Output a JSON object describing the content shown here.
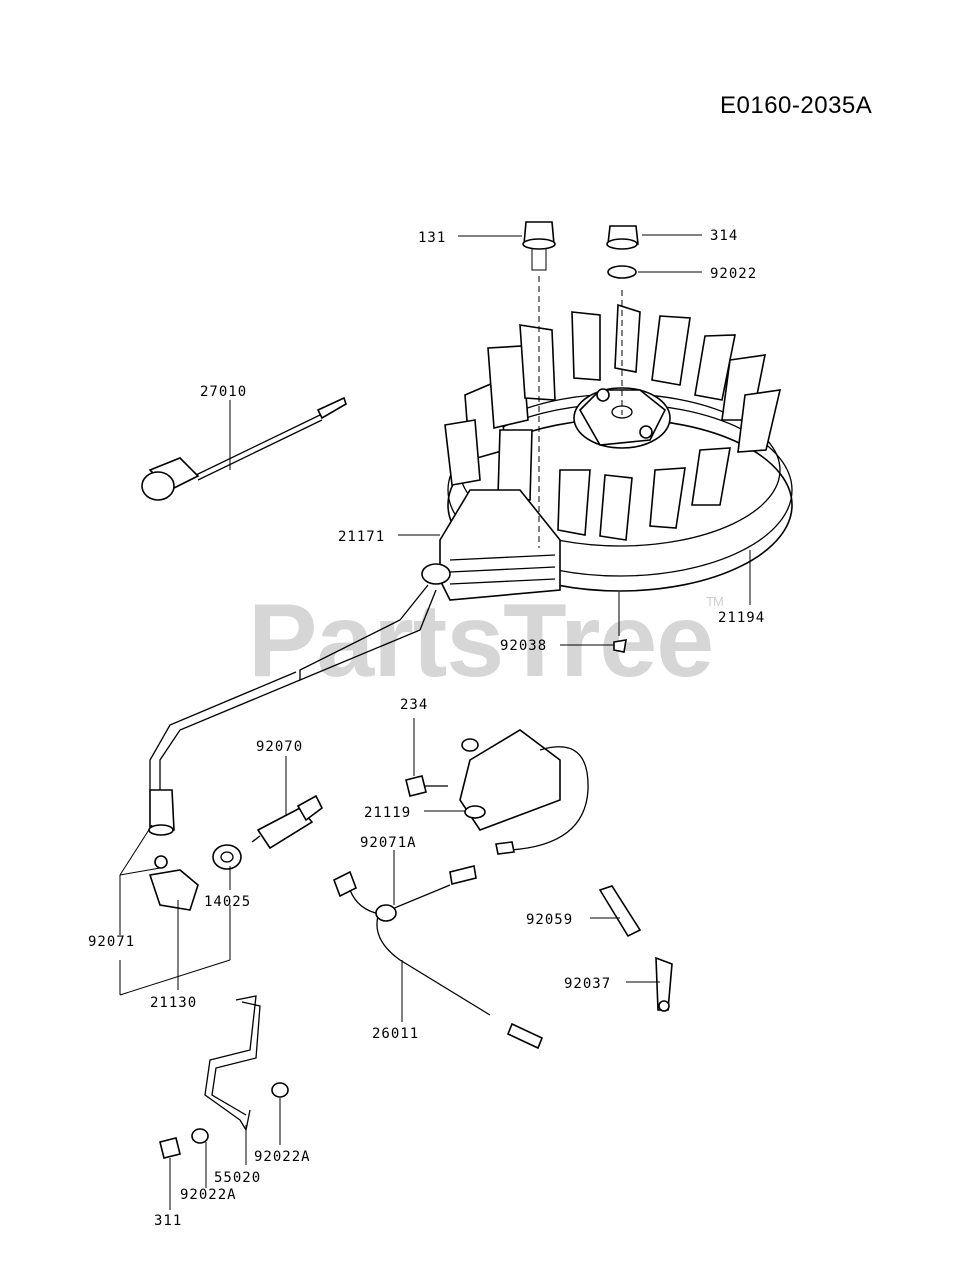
{
  "diagram_code": "E0160-2035A",
  "watermark": {
    "text": "PartsTree",
    "mark": "TM"
  },
  "parts": [
    {
      "id": "p131",
      "label": "131"
    },
    {
      "id": "p314",
      "label": "314"
    },
    {
      "id": "p92022",
      "label": "92022"
    },
    {
      "id": "p27010",
      "label": "27010"
    },
    {
      "id": "p21171",
      "label": "21171"
    },
    {
      "id": "p21194",
      "label": "21194"
    },
    {
      "id": "p92038",
      "label": "92038"
    },
    {
      "id": "p234",
      "label": "234"
    },
    {
      "id": "p92070",
      "label": "92070"
    },
    {
      "id": "p21119",
      "label": "21119"
    },
    {
      "id": "p92071A",
      "label": "92071A"
    },
    {
      "id": "p14025",
      "label": "14025"
    },
    {
      "id": "p92059",
      "label": "92059"
    },
    {
      "id": "p92071",
      "label": "92071"
    },
    {
      "id": "p92037",
      "label": "92037"
    },
    {
      "id": "p21130",
      "label": "21130"
    },
    {
      "id": "p26011",
      "label": "26011"
    },
    {
      "id": "p92022A_a",
      "label": "92022A"
    },
    {
      "id": "p55020",
      "label": "55020"
    },
    {
      "id": "p92022A_b",
      "label": "92022A"
    },
    {
      "id": "p311",
      "label": "311"
    }
  ]
}
